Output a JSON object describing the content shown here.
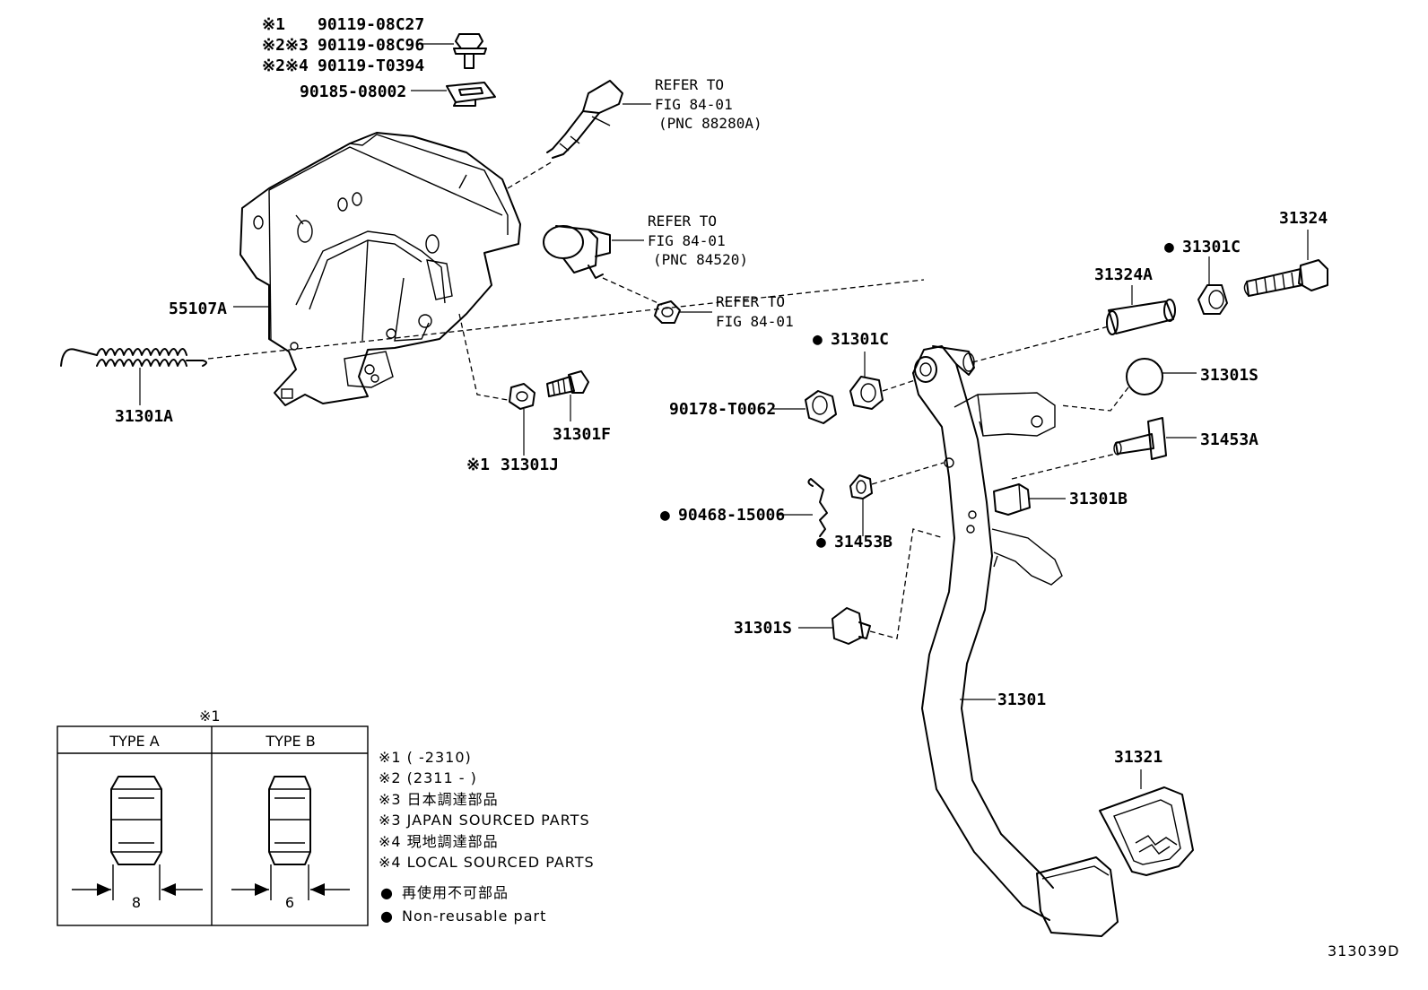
{
  "diagram": {
    "figure_number": "313039D",
    "part_labels": {
      "p55107A": "55107A",
      "p31301A": "31301A",
      "p90185": "90185-08002",
      "p31301F": "31301F",
      "p31301J": "31301J",
      "p31324": "31324",
      "p31301C_top": "31301C",
      "p31324A": "31324A",
      "p31301C_mid": "31301C",
      "p90178": "90178-T0062",
      "p31301S_right": "31301S",
      "p31453A": "31453A",
      "p31301B": "31301B",
      "p90468": "90468-15006",
      "p31453B": "31453B",
      "p31301S_left": "31301S",
      "p31301": "31301",
      "p31321": "31321"
    },
    "bolt_variants": [
      {
        "mark": "※1",
        "number": "90119-08C27"
      },
      {
        "mark": "※2※3",
        "number": "90119-08C96"
      },
      {
        "mark": "※2※4",
        "number": "90119-T0394"
      }
    ],
    "nut_mark": "※1",
    "references": [
      {
        "line1": "REFER TO",
        "line2": "FIG 84-01",
        "line3": "(PNC 88280A)"
      },
      {
        "line1": "REFER TO",
        "line2": "FIG 84-01",
        "line3": "(PNC 84520)"
      },
      {
        "line1": "REFER TO",
        "line2": "FIG 84-01",
        "line3": ""
      }
    ],
    "nut_table": {
      "title_mark": "※1",
      "type_a": "TYPE A",
      "type_b": "TYPE B",
      "dim_a": "8",
      "dim_b": "6"
    },
    "notes": [
      "※1 (       -2310)",
      "※2 (2311  -       )",
      "※3 日本調達部品",
      "※3 JAPAN SOURCED PARTS",
      "※4 現地調達部品",
      "※4 LOCAL SOURCED PARTS"
    ],
    "legend": {
      "marker": "●",
      "jp": "再使用不可部品",
      "en": "Non-reusable part"
    }
  }
}
